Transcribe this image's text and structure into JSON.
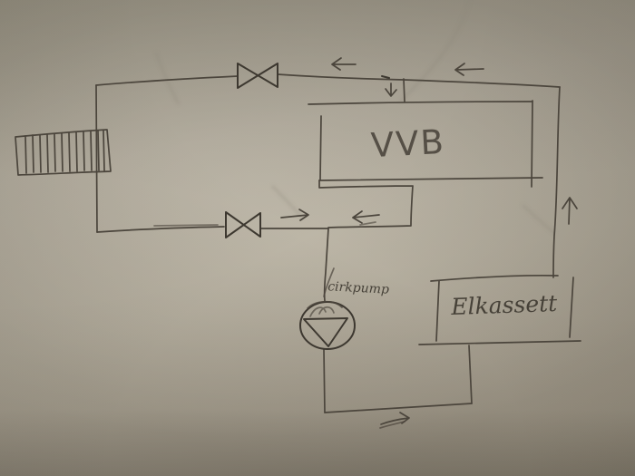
{
  "sketch": {
    "labels": {
      "vvb": "VVB",
      "elkassett": "Elkassett",
      "cirkpump": "cirkpump"
    },
    "components": {
      "radiator": "radiator-icon",
      "supply_valve": "valve-icon",
      "return_valve": "valve-icon",
      "pump": "circulation-pump-icon",
      "tank": "vvb-box",
      "electric_heater": "elkassett-box"
    },
    "flow_arrows": {
      "top_pipe": [
        "left",
        "left"
      ],
      "into_vvb": "down",
      "right_riser": "up",
      "middle_pipe": [
        "right",
        "left"
      ],
      "bottom_pipe": "right"
    },
    "colors": {
      "paper": "#b2ab9b",
      "ink": "#4b453c"
    }
  }
}
